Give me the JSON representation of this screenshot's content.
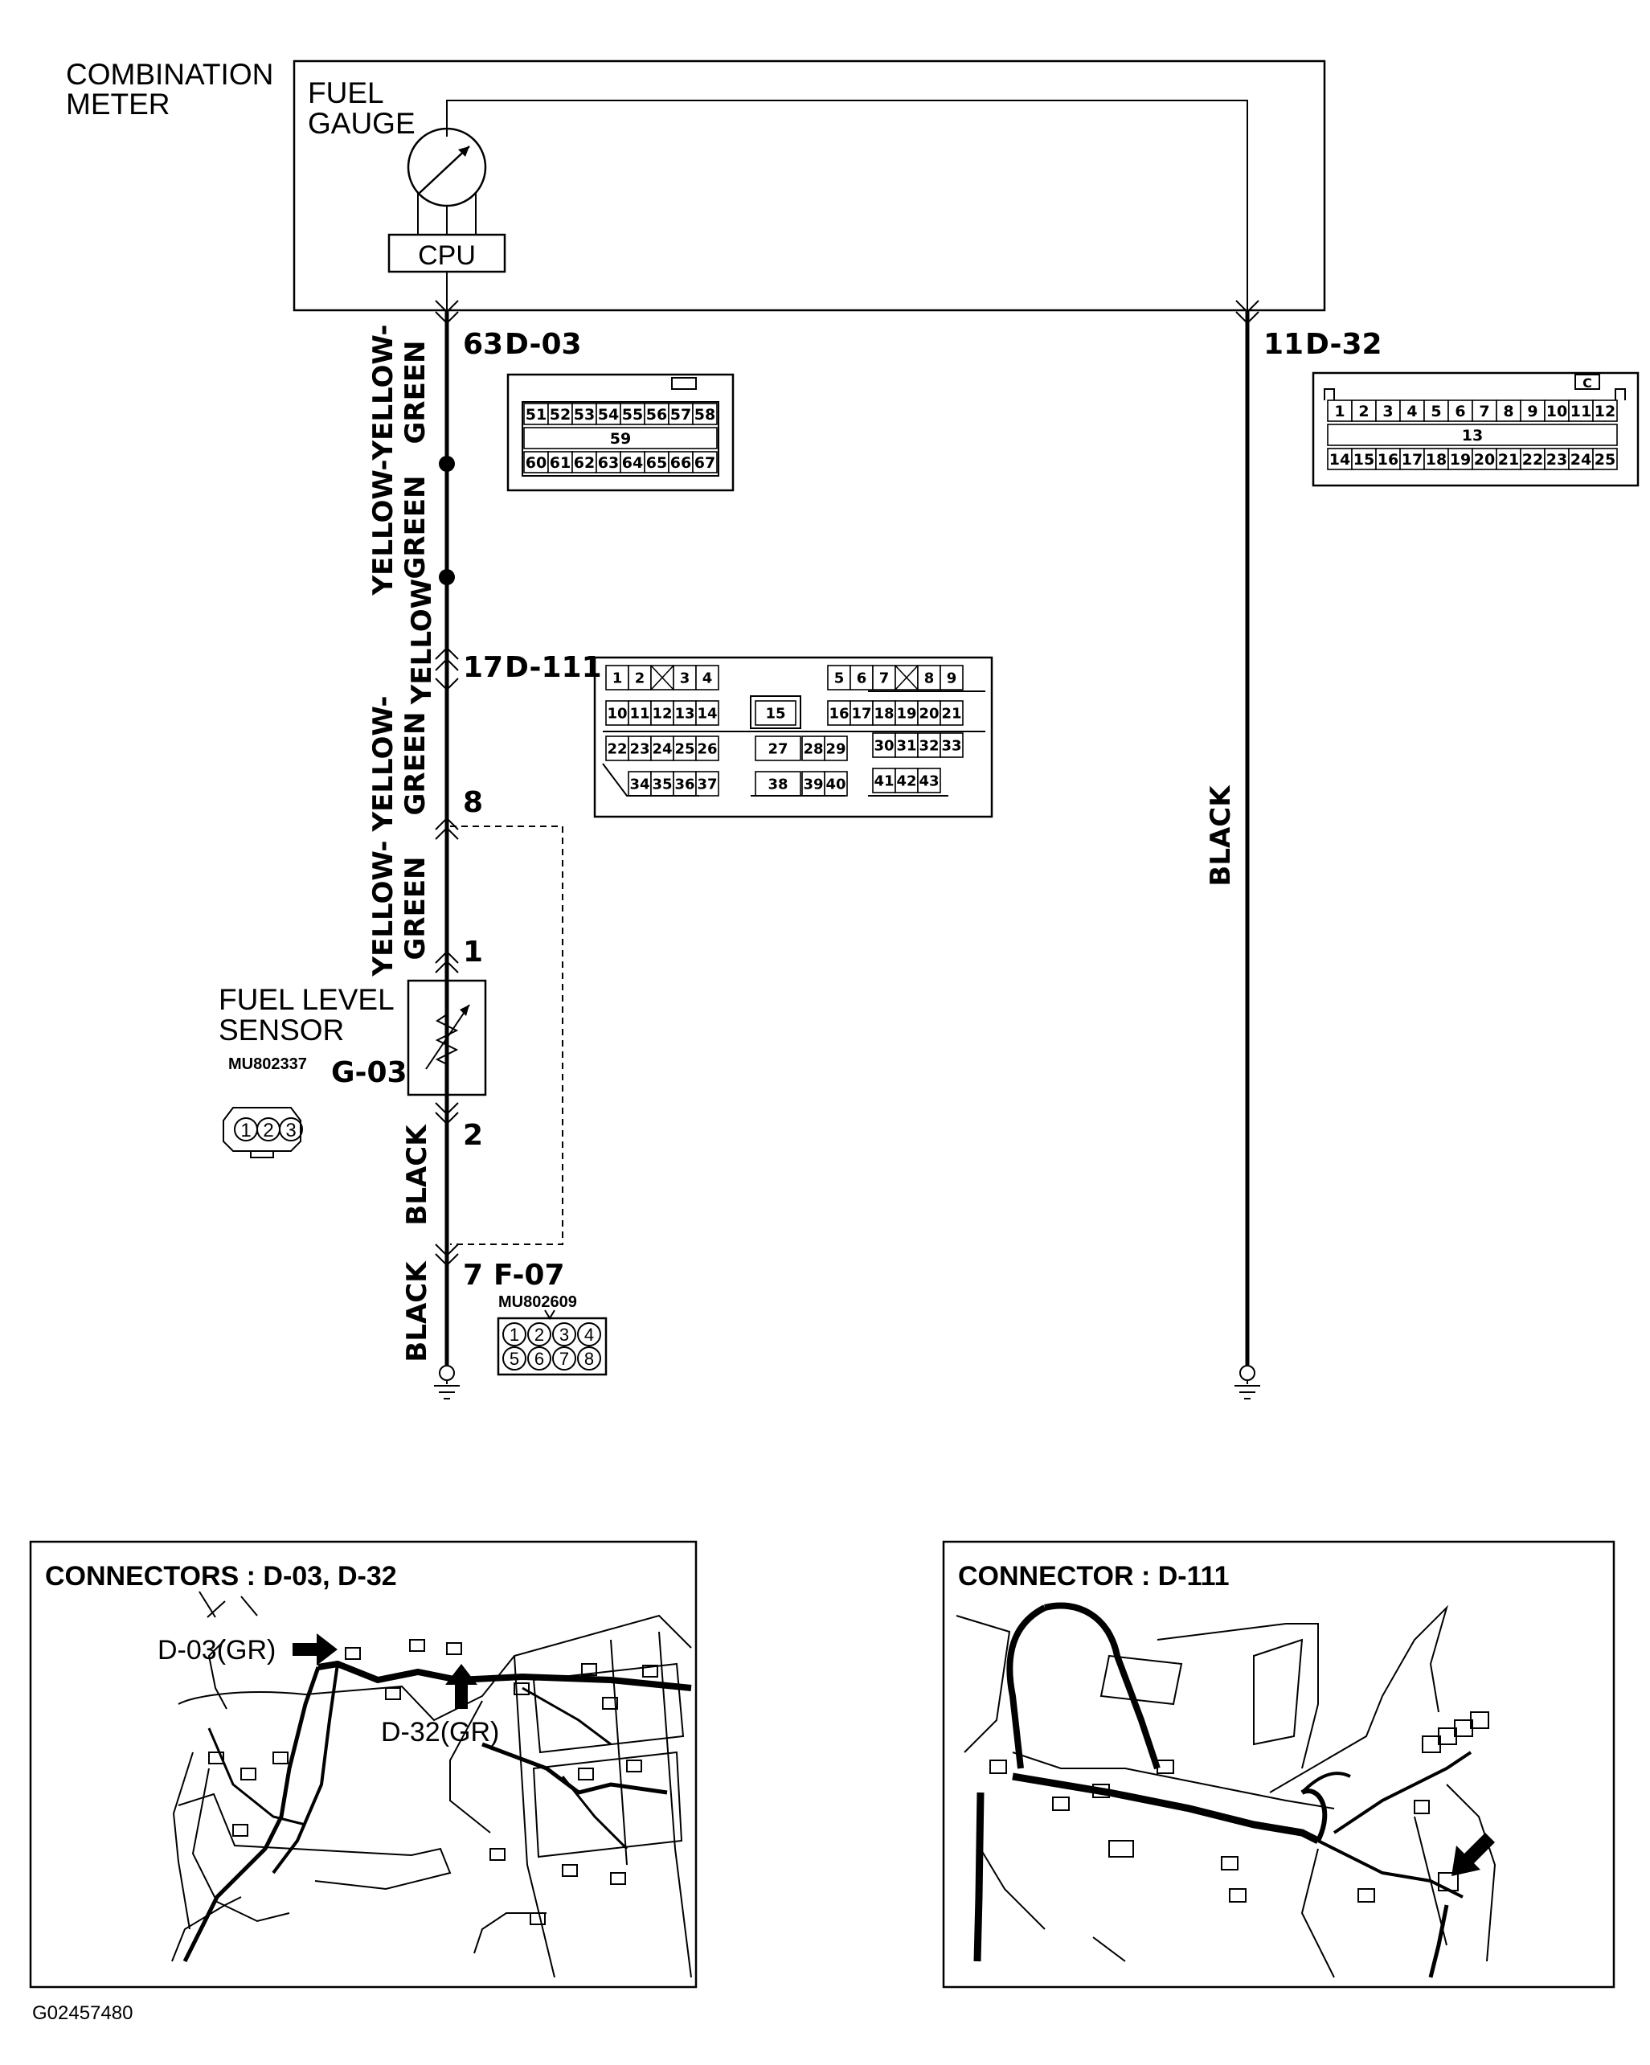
{
  "meter": {
    "title_line1": "COMBINATION",
    "title_line2": "METER",
    "gauge_line1": "FUEL",
    "gauge_line2": "GAUGE",
    "cpu": "CPU"
  },
  "connectors": {
    "d03": {
      "pin": "63",
      "id": "D-03",
      "row1": [
        "51",
        "52",
        "53",
        "54",
        "55",
        "56",
        "57",
        "58"
      ],
      "mid": "59",
      "row2": [
        "60",
        "61",
        "62",
        "63",
        "64",
        "65",
        "66",
        "67"
      ]
    },
    "d32": {
      "pin": "11",
      "id": "D-32",
      "tab": "C",
      "row1": [
        "1",
        "2",
        "3",
        "4",
        "5",
        "6",
        "7",
        "8",
        "9",
        "10",
        "11",
        "12"
      ],
      "mid": "13",
      "row2": [
        "14",
        "15",
        "16",
        "17",
        "18",
        "19",
        "20",
        "21",
        "22",
        "23",
        "24",
        "25"
      ]
    },
    "d111": {
      "pin": "17",
      "id": "D-111",
      "a1": [
        "1",
        "2",
        "",
        "3",
        "4"
      ],
      "a2": [
        "10",
        "11",
        "12",
        "13",
        "14"
      ],
      "a3": [
        "22",
        "23",
        "24",
        "25",
        "26"
      ],
      "a4": [
        "34",
        "35",
        "36",
        "37"
      ],
      "b1": "15",
      "b2": [
        "27",
        "28",
        "29"
      ],
      "b3": [
        "38",
        "39",
        "40"
      ],
      "c1": [
        "5",
        "6",
        "7",
        "",
        "8",
        "9"
      ],
      "c2": [
        "16",
        "17",
        "18",
        "19",
        "20",
        "21"
      ],
      "c3": [
        "30",
        "31",
        "32",
        "33"
      ],
      "c4": [
        "41",
        "42",
        "43"
      ]
    },
    "pin8": "8",
    "g03": {
      "pin_top": "1",
      "pin_bottom": "2",
      "id": "G-03",
      "part": "MU802337",
      "pins": [
        "1",
        "2",
        "3"
      ]
    },
    "f07": {
      "pin": "7",
      "id": "F-07",
      "part": "MU802609",
      "row1": [
        "1",
        "2",
        "3",
        "4"
      ],
      "row2": [
        "5",
        "6",
        "7",
        "8"
      ]
    }
  },
  "sensor": {
    "line1": "FUEL LEVEL",
    "line2": "SENSOR"
  },
  "wires": {
    "w1a": "YELLOW-",
    "w1b": "GREEN",
    "w2a": "YELLOW-",
    "w2b": "GREEN",
    "w3": "YELLOW",
    "w4a": "YELLOW-",
    "w4b": "GREEN",
    "w5a": "YELLOW-",
    "w5b": "GREEN",
    "w6": "BLACK",
    "w7": "BLACK",
    "w8": "BLACK"
  },
  "panels": {
    "left_title": "CONNECTORS : D-03, D-32",
    "left_label1": "D-03(GR)",
    "left_label2": "D-32(GR)",
    "right_title": "CONNECTOR : D-111"
  },
  "figure_code": "G02457480"
}
